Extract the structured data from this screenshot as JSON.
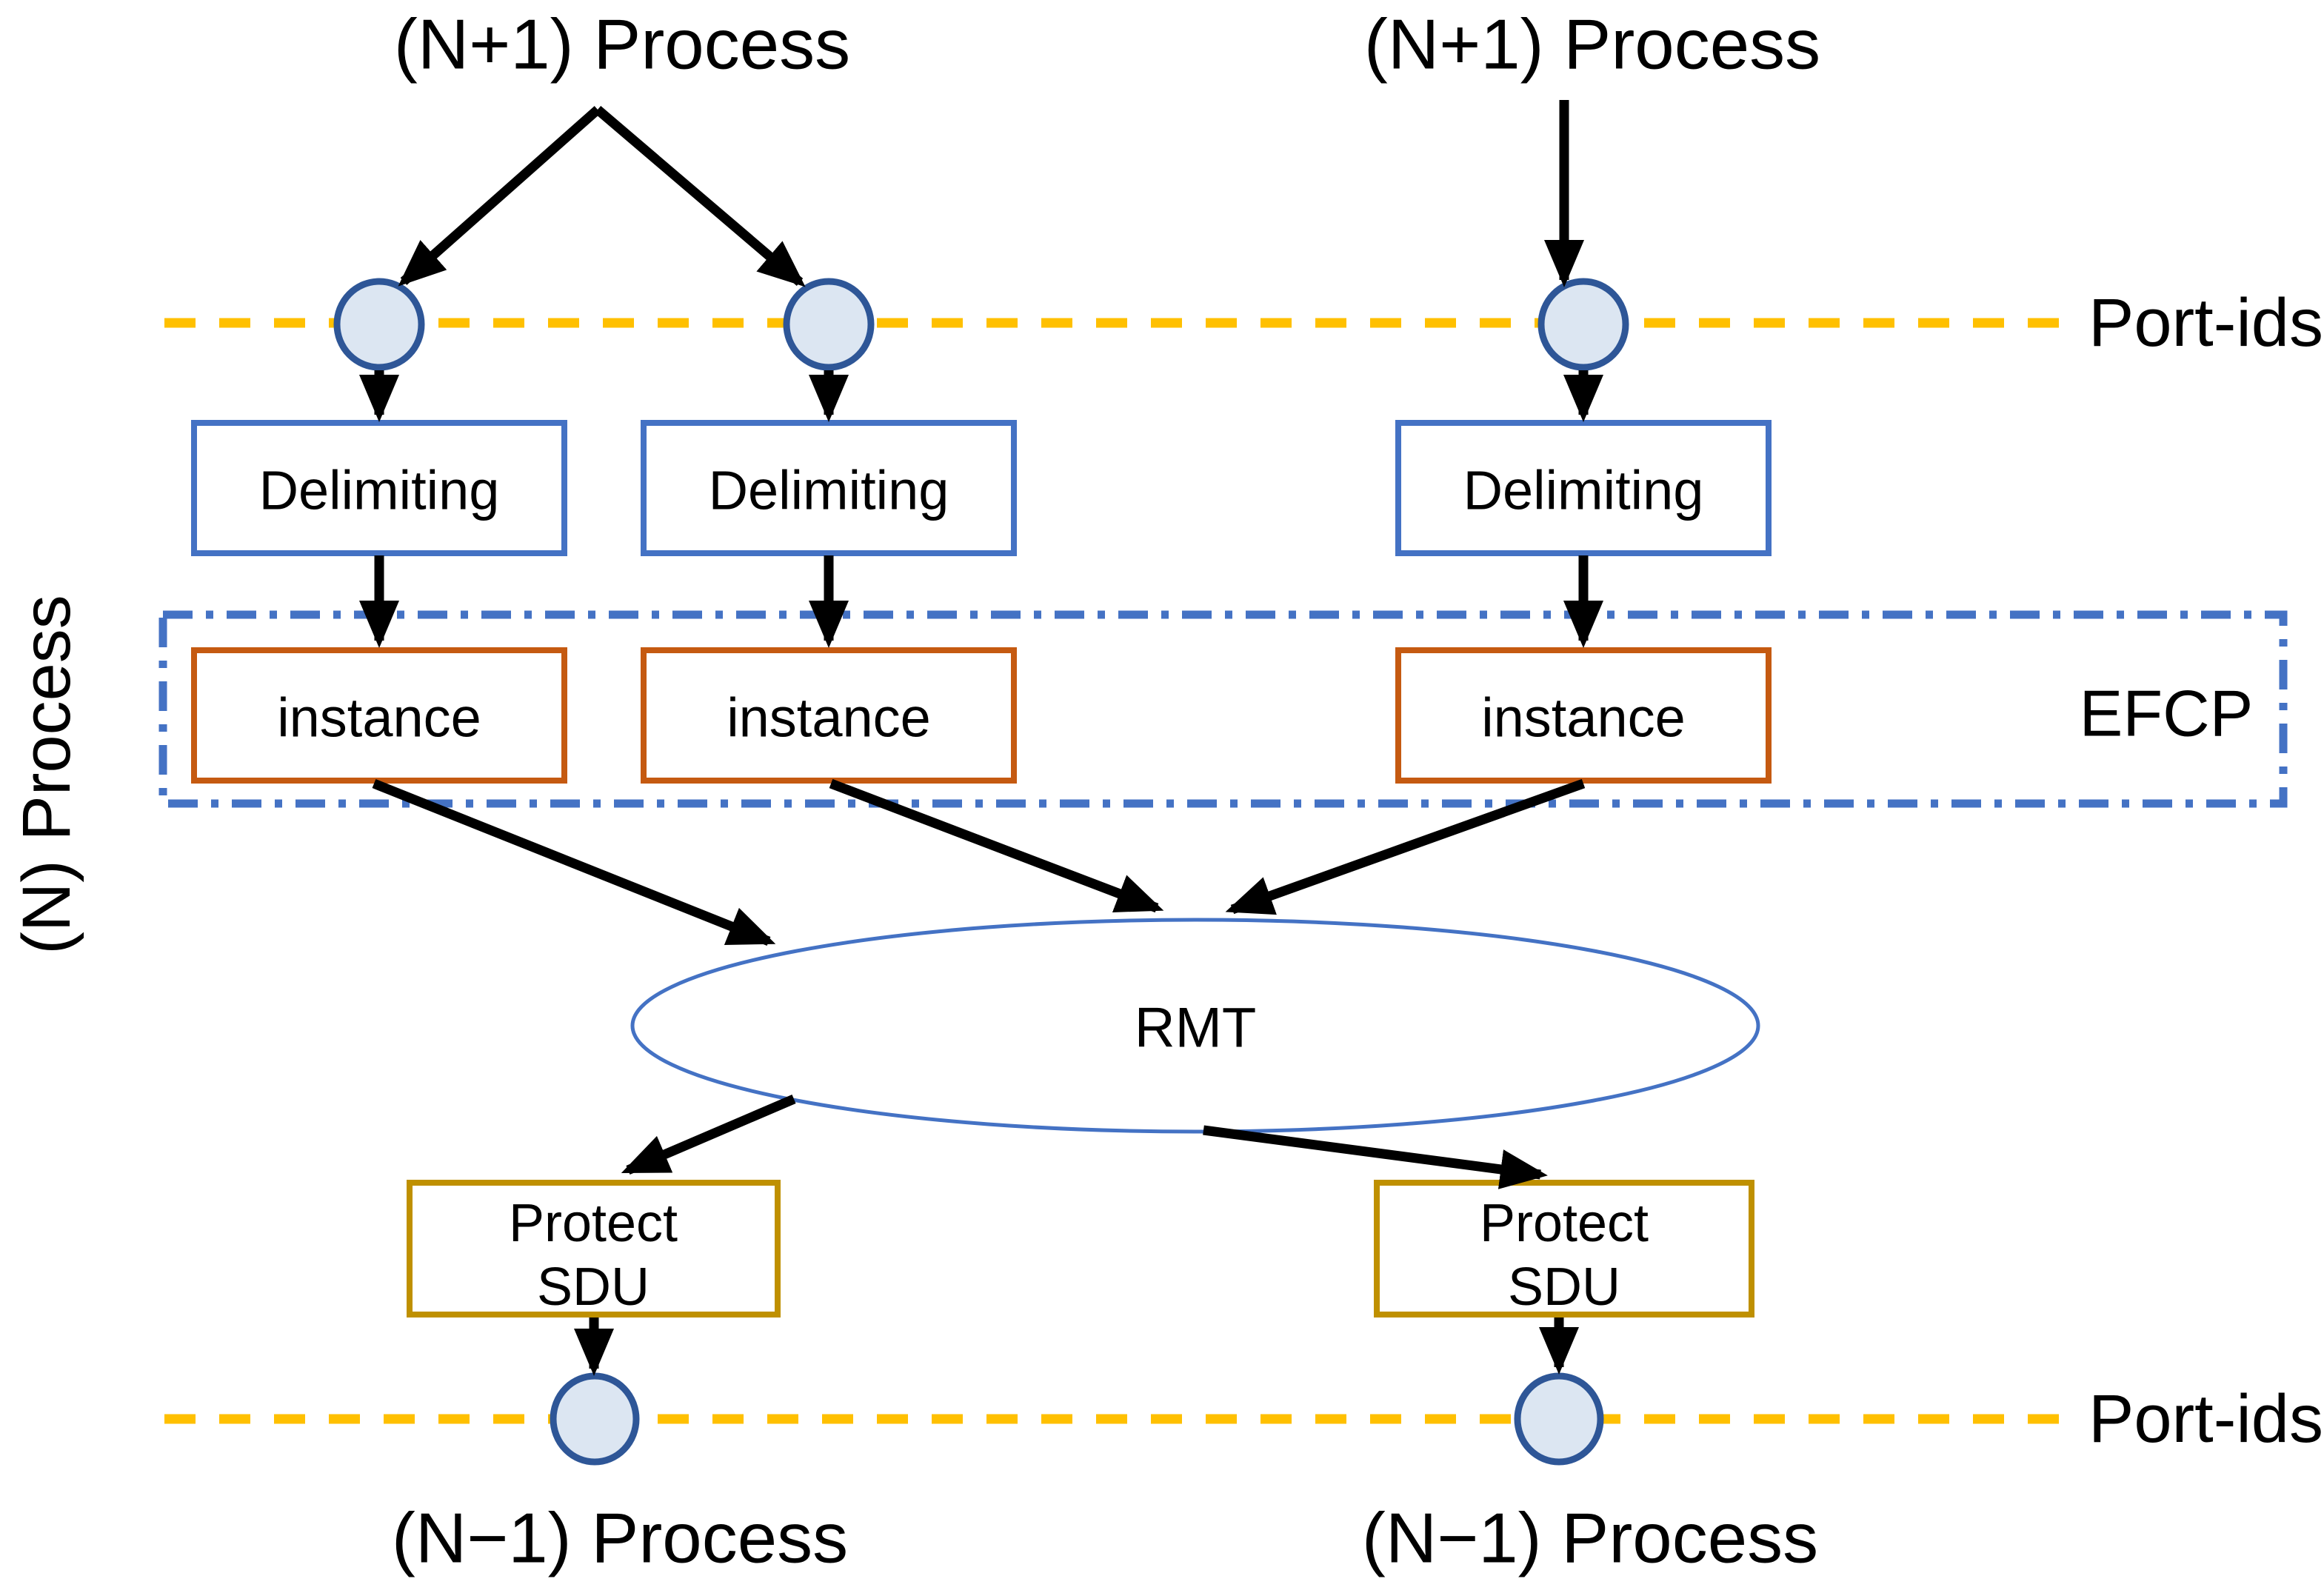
{
  "colors": {
    "accent_blue": "#4472C4",
    "port_fill": "#DCE6F2",
    "port_stroke": "#2E5697",
    "instance_orange": "#C55A11",
    "protect_gold": "#BF9000",
    "port_line_yellow": "#FFC000",
    "arrow_black": "#000000"
  },
  "labels": {
    "top_left_process": "(N+1) Process",
    "top_right_process": "(N+1) Process",
    "port_ids_top": "Port-ids",
    "port_ids_bottom": "Port-ids",
    "n_process_side": "(N) Process",
    "efcp": "EFCP",
    "rmt": "RMT",
    "bottom_left_process": "(N−1) Process",
    "bottom_right_process": "(N−1) Process"
  },
  "delimiting": [
    "Delimiting",
    "Delimiting",
    "Delimiting"
  ],
  "instances": [
    "instance",
    "instance",
    "instance"
  ],
  "protect_sdu": {
    "line1": "Protect",
    "line2": "SDU"
  }
}
